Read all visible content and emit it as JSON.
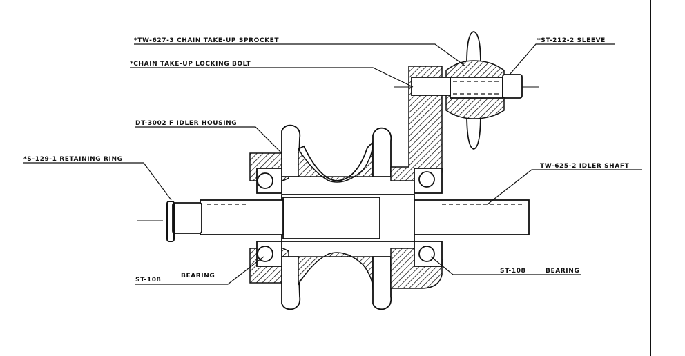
{
  "labels": {
    "sprocket": "*TW-627-3  CHAIN TAKE-UP SPROCKET",
    "sleeve": "*ST-212-2  SLEEVE",
    "locking_bolt": "*CHAIN TAKE-UP LOCKING BOLT",
    "idler_housing": "DT-3002 F IDLER HOUSING",
    "retaining_ring": "*S-129-1  RETAINING RING",
    "idler_shaft": "TW-625-2  IDLER SHAFT",
    "bearing_left_num": "ST-108",
    "bearing_left_word": "BEARING",
    "bearing_right_num": "ST-108",
    "bearing_right_word": "BEARING"
  }
}
